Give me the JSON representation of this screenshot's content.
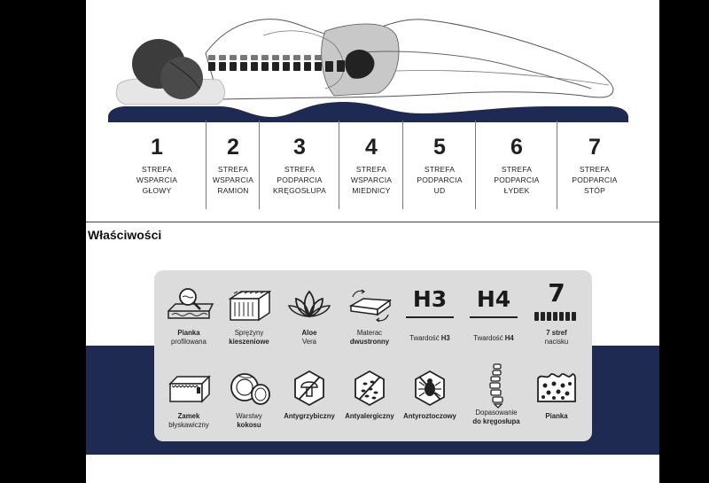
{
  "zones": [
    {
      "number": "1",
      "label": "STREFA\nWSPARCIA\nGŁOWY"
    },
    {
      "number": "2",
      "label": "STREFA\nWSPARCIA\nRAMION"
    },
    {
      "number": "3",
      "label": "STREFA\nPODPARCIA\nKRĘGOSŁUPA"
    },
    {
      "number": "4",
      "label": "STREFA\nWSPARCIA\nMIEDNICY"
    },
    {
      "number": "5",
      "label": "STREFA\nPODPARCIA\nUD"
    },
    {
      "number": "6",
      "label": "STREFA\nPODPARCIA\nŁYDEK"
    },
    {
      "number": "7",
      "label": "STREFA\nPODPARCIA\nSTÓP"
    }
  ],
  "section_title": "Właściwości",
  "features_row1": [
    {
      "icon": "foam-layer-icon",
      "normal_before": "",
      "bold": "Pianka",
      "normal_after": "profilowana"
    },
    {
      "icon": "pocket-springs-icon",
      "normal_before": "Sprężyny",
      "bold": "kieszeniowe",
      "normal_after": ""
    },
    {
      "icon": "lotus-icon",
      "normal_before": "",
      "bold": "Aloe",
      "normal_after": "Vera"
    },
    {
      "icon": "mattress-flip-icon",
      "normal_before": "Materac",
      "bold": "dwustronny",
      "normal_after": ""
    },
    {
      "icon": "h3-icon",
      "big": "H3",
      "normal_before": "Twardość",
      "bold": "H3",
      "normal_after": ""
    },
    {
      "icon": "h4-icon",
      "big": "H4",
      "normal_before": "Twardość",
      "bold": "H4",
      "normal_after": ""
    },
    {
      "icon": "seven-zones-icon",
      "big": "7",
      "normal_before": "",
      "bold": "7 stref",
      "normal_after": "nacisku"
    }
  ],
  "features_row2": [
    {
      "icon": "zipper-icon",
      "normal_before": "",
      "bold": "Zamek",
      "normal_after": "błyskawiczny"
    },
    {
      "icon": "coconut-icon",
      "normal_before": "Warstwy",
      "bold": "kokosu",
      "normal_after": ""
    },
    {
      "icon": "antifungal-icon",
      "normal_before": "",
      "bold": "Antygrzybiczny",
      "normal_after": ""
    },
    {
      "icon": "antiallergic-icon",
      "normal_before": "",
      "bold": "Antyalergiczny",
      "normal_after": ""
    },
    {
      "icon": "antimite-icon",
      "normal_before": "",
      "bold": "Antyroztoczowy",
      "normal_after": ""
    },
    {
      "icon": "spine-icon",
      "normal_before": "Dopasowanie",
      "bold": "do kręgosłupa",
      "normal_after": ""
    },
    {
      "icon": "foam-icon",
      "normal_before": "",
      "bold": "Pianka",
      "normal_after": ""
    }
  ],
  "colors": {
    "navy": "#1e2a52",
    "card": "#dcdcdc",
    "ink": "#1f1f1f"
  }
}
